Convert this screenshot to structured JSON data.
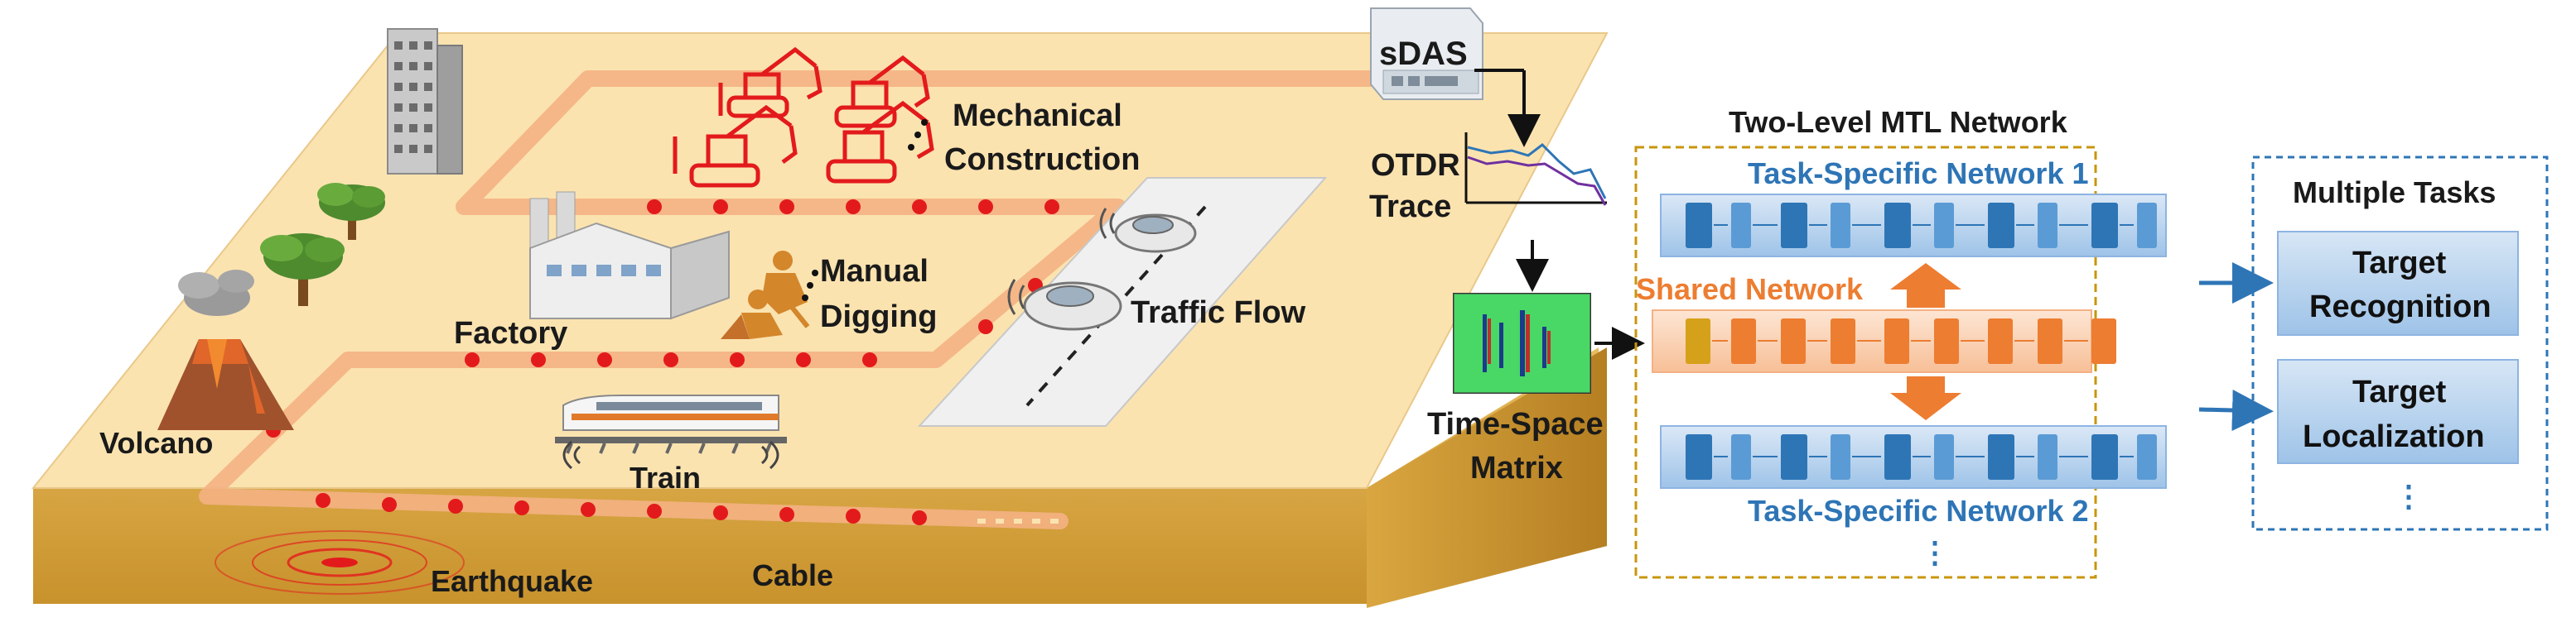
{
  "scene_labels": {
    "sdas": "sDAS",
    "otdr": "OTDR",
    "trace": "Trace",
    "mech_line1": "Mechanical",
    "mech_line2": "Construction",
    "manual_line1": "Manual",
    "manual_line2": "Digging",
    "traffic": "Traffic Flow",
    "factory": "Factory",
    "volcano": "Volcano",
    "train": "Train",
    "earthquake": "Earthquake",
    "cable": "Cable",
    "tsm_line1": "Time-Space",
    "tsm_line2": "Matrix"
  },
  "network": {
    "title": "Two-Level MTL Network",
    "task1": "Task-Specific Network 1",
    "shared": "Shared Network",
    "task2": "Task-Specific Network 2",
    "more": "⋮"
  },
  "tasks": {
    "title": "Multiple Tasks",
    "recognition_line1": "Target",
    "recognition_line2": "Recognition",
    "localization_line1": "Target",
    "localization_line2": "Localization",
    "more": "⋮"
  },
  "colors": {
    "ground_top": "#fbe3b0",
    "ground_side": "#d9a640",
    "cable": "#f4b183",
    "cable_dot": "#e31a1c",
    "blue": "#2e75b6",
    "orange": "#ed7d31",
    "box_fill": "#bdd7ee"
  }
}
